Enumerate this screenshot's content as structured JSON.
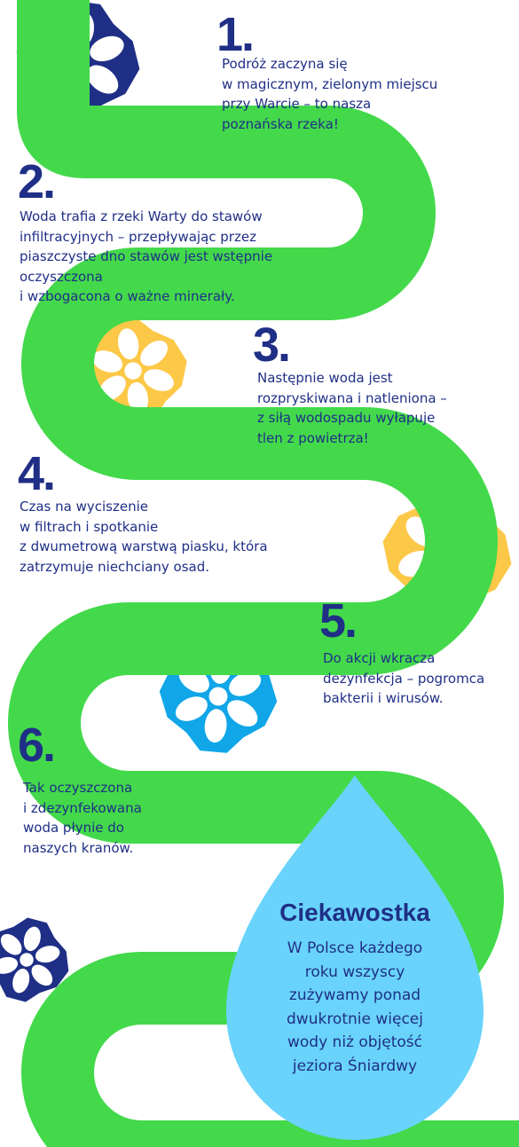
{
  "steps": [
    {
      "number": "1.",
      "text": "Podróż zaczyna się\nw magicznym, zielonym miejscu\nprzy Warcie – to nasza\npoznańska rzeka!"
    },
    {
      "number": "2.",
      "text": "Woda trafia z rzeki Warty do stawów\ninfiltracyjnych – przepływając przez\npiaszczyste dno stawów jest wstępnie\noczyszczona\ni wzbogacona o ważne minerały."
    },
    {
      "number": "3.",
      "text": "Następnie woda jest\nrozpryskiwana i natleniona –\nz siłą wodospadu wyłapuje\ntlen z powietrza!"
    },
    {
      "number": "4.",
      "text": "Czas na wyciszenie\nw filtrach i spotkanie\nz dwumetrową warstwą piasku, która\nzatrzymuje niechciany osad."
    },
    {
      "number": "5.",
      "text": "Do akcji wkracza\ndezynfekcja – pogromca\nbakterii i wirusów."
    },
    {
      "number": "6.",
      "text": "Tak oczyszczona\ni zdezynfekowana\nwoda płynie do\nnaszych kranów."
    }
  ],
  "fun_fact": {
    "title": "Ciekawostka",
    "text": "W Polsce każdego\nroku wszyscy\nzużywamy ponad\ndwukrotnie więcej\nwody niż objętość\njeziora Śniardwy"
  },
  "colors": {
    "navy": "#1f2f86",
    "green": "#43d94b",
    "yellow": "#fcc847",
    "cyan": "#10a6e8",
    "drop": "#69d3fb",
    "white": "#ffffff"
  },
  "icons": [
    "flower-icon-navy",
    "flower-icon-yellow",
    "flower-icon-cyan",
    "water-drop-icon"
  ]
}
